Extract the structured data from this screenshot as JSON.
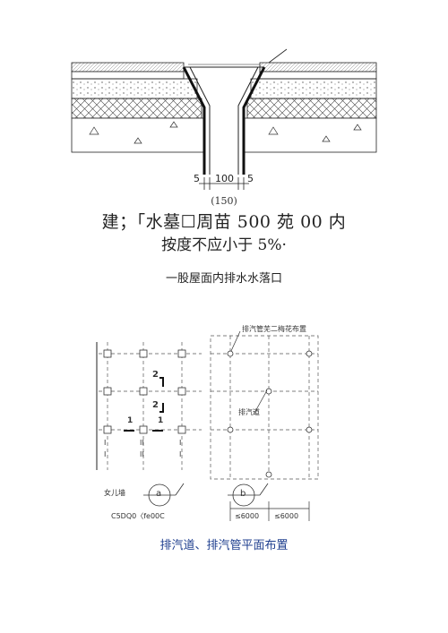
{
  "section": {
    "dim_left": "5",
    "dim_mid": "100",
    "dim_right": "5",
    "dim_total": "(150)"
  },
  "text": {
    "line1": "建；「水墓☐周苗 500 苑 00 内",
    "line2": "按度不应小于 5%·",
    "caption1": "一股屋面内排水水落口"
  },
  "plan": {
    "note_top": "排汽管芜二梅花布置",
    "note_mid": "排汽道",
    "mark_2a": "2",
    "mark_2b": "2",
    "mark_1a": "1",
    "mark_1b": "1",
    "row_I": "I",
    "row_II": "II",
    "label_parapet": "女儿墙",
    "label_code": "C5DQ0〈fe00C",
    "circle_a": "a",
    "circle_b": "b",
    "dim_a": "≤6000",
    "dim_b": "≤6000",
    "caption2": "排汽道、排汽管平面布置"
  }
}
